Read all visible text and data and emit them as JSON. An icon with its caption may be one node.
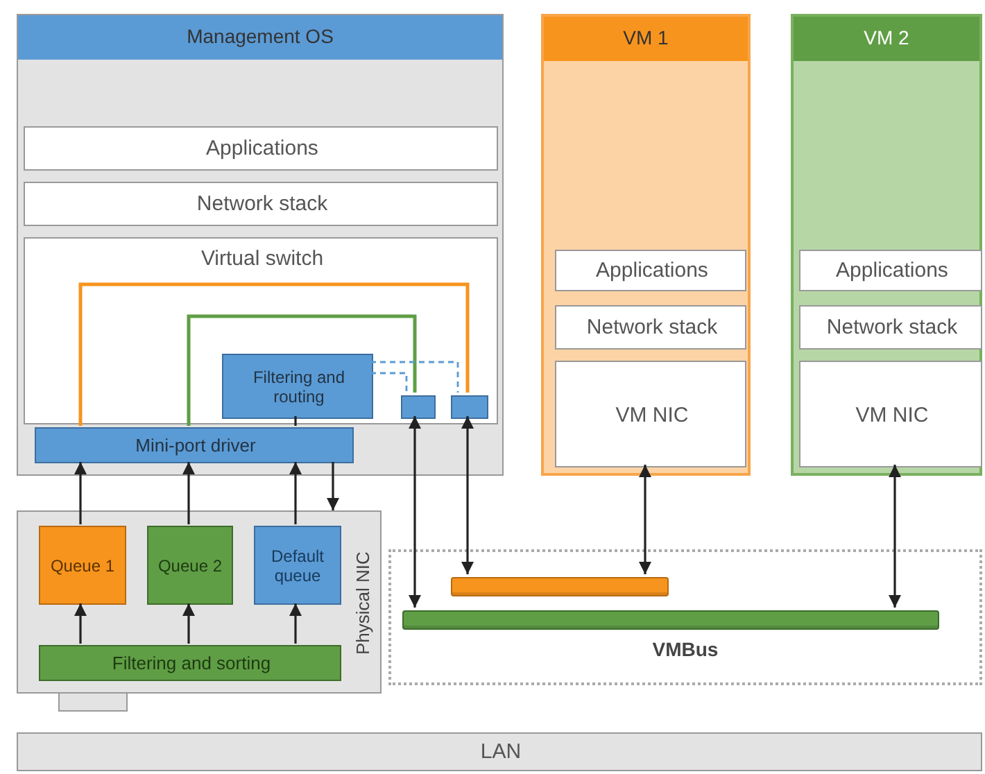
{
  "diagram": {
    "nodes": [
      {
        "text": [
          "Management OS"
        ]
      },
      {
        "text": [
          "Applications"
        ],
        "in": 0
      },
      {
        "text": [
          "Network stack"
        ],
        "in": 0
      },
      {
        "text": [
          "Virtual switch"
        ],
        "in": 0
      },
      {
        "text": [
          "Filtering and routing"
        ],
        "in": 3
      },
      {
        "text": [],
        "shape": "box",
        "in": 3
      },
      {
        "text": [],
        "shape": "box",
        "in": 3
      },
      {
        "text": [
          "Mini-port driver"
        ],
        "in": 0
      },
      {
        "text": [
          "VM 1"
        ]
      },
      {
        "text": [
          "Applications"
        ],
        "in": 8
      },
      {
        "text": [
          "Network stack"
        ],
        "in": 8
      },
      {
        "text": [
          "VM NIC"
        ],
        "in": 8
      },
      {
        "text": [
          "VM 2"
        ]
      },
      {
        "text": [
          "Applications"
        ],
        "in": 12
      },
      {
        "text": [
          "Network stack"
        ],
        "in": 12
      },
      {
        "text": [
          "VM NIC"
        ],
        "in": 12
      },
      {
        "text": [
          "Physical NIC"
        ]
      },
      {
        "text": [
          "Queue 1"
        ],
        "in": 16
      },
      {
        "text": [
          "Queue 2"
        ],
        "in": 16
      },
      {
        "text": [
          "Default queue"
        ],
        "in": 16
      },
      {
        "text": [
          "Filtering and sorting"
        ],
        "in": 16
      },
      {
        "text": [
          "VMBus"
        ]
      },
      {
        "text": [],
        "shape": "bar",
        "in": 21
      },
      {
        "text": [],
        "shape": "bar",
        "in": 21
      },
      {
        "text": [
          "LAN"
        ]
      }
    ],
    "edges": [
      {
        "from": 20,
        "to": 17,
        "arrow": "to"
      },
      {
        "from": 20,
        "to": 18,
        "arrow": "to"
      },
      {
        "from": 20,
        "to": 19,
        "arrow": "to"
      },
      {
        "from": 17,
        "to": 7,
        "arrow": "to"
      },
      {
        "from": 7,
        "to": 6,
        "arrow": "none",
        "color": "#f7941d"
      },
      {
        "from": 18,
        "to": 7,
        "arrow": "to"
      },
      {
        "from": 7,
        "to": 5,
        "arrow": "none",
        "color": "#5f9e45"
      },
      {
        "from": 19,
        "to": 7,
        "arrow": "to"
      },
      {
        "from": 7,
        "to": 4,
        "arrow": "none"
      },
      {
        "from": 4,
        "to": 5,
        "arrow": "none",
        "style": "dashed",
        "color": "#5b9bd5"
      },
      {
        "from": 4,
        "to": 6,
        "arrow": "none",
        "style": "dashed",
        "color": "#5b9bd5"
      },
      {
        "from": 7,
        "to": 16,
        "arrow": "to"
      },
      {
        "from": 5,
        "to": 23,
        "arrow": "both"
      },
      {
        "from": 6,
        "to": 22,
        "arrow": "both"
      },
      {
        "from": 11,
        "to": 22,
        "arrow": "both"
      },
      {
        "from": 15,
        "to": 23,
        "arrow": "both"
      }
    ]
  }
}
